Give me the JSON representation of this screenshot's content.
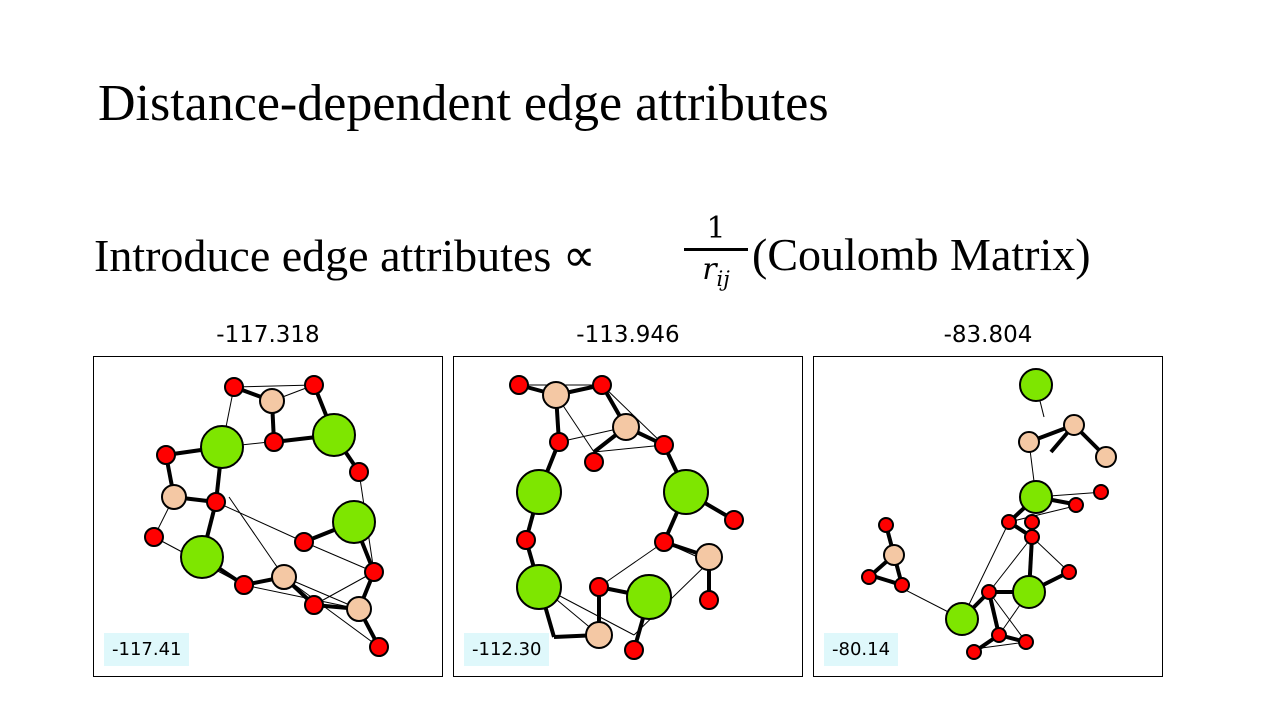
{
  "title": "Distance-dependent edge attributes",
  "subtitle": {
    "prefix": "Introduce edge attributes ∝",
    "numerator": "1",
    "denominator": "r",
    "subscript": "ij",
    "suffix": "(Coulomb Matrix)"
  },
  "panels": [
    {
      "title": "-117.318",
      "prediction": "-117.41"
    },
    {
      "title": "-113.946",
      "prediction": "-112.30"
    },
    {
      "title": "-83.804",
      "prediction": "-80.14"
    }
  ],
  "colors": {
    "green_atom": "#7ee600",
    "tan_atom": "#f4c8a4",
    "red_atom": "#ff0000",
    "prediction_bg": "#dff8fb"
  }
}
